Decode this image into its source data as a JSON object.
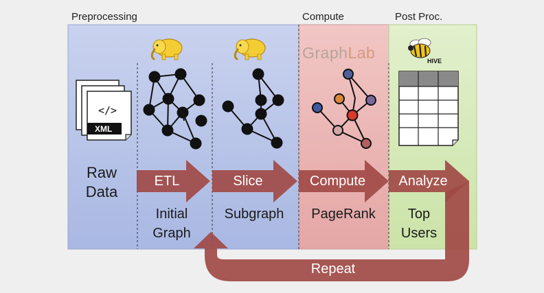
{
  "sections": {
    "preprocessing": "Preprocessing",
    "compute": "Compute",
    "post_proc": "Post Proc."
  },
  "stages": {
    "raw_data": "Raw\nData",
    "etl": "ETL",
    "initial_graph": "Initial\nGraph",
    "slice": "Slice",
    "subgraph": "Subgraph",
    "compute": "Compute",
    "pagerank": "PageRank",
    "analyze": "Analyze",
    "top_users": "Top\nUsers"
  },
  "loop": {
    "repeat": "Repeat"
  },
  "logos": {
    "graphlab_part1": "Graph",
    "graphlab_part2": "Lab",
    "hive": "HIVE",
    "xml_tag": "</>",
    "xml_label": "XML"
  },
  "icons": {
    "hadoop_elephant_1": "hadoop-elephant-icon",
    "hadoop_elephant_2": "hadoop-elephant-icon",
    "hive_bee": "hive-bee-icon",
    "xml_documents": "xml-document-icon",
    "table": "table-icon"
  },
  "colors": {
    "background": "#efefef",
    "preprocessing_panel": "#b7c3e8",
    "compute_panel": "#eab3b3",
    "post_proc_panel": "#d6e9b8",
    "arrow_fill": "#a14a47",
    "node": "#111111",
    "pagerank_node_colors": [
      "#4f5f9c",
      "#d9883a",
      "#7a6a9a",
      "#3f5a9f",
      "#d93a2a",
      "#d4a6a6",
      "#b06060"
    ]
  }
}
